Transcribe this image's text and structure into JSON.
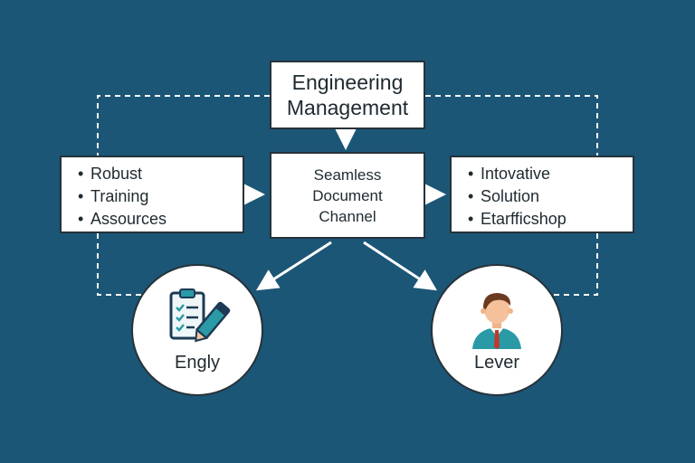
{
  "diagram": {
    "top_node": {
      "line1": "Engineering",
      "line2": "Management"
    },
    "center_node": {
      "line1": "Seamless",
      "line2": "Document",
      "line3": "Channel"
    },
    "left_node": {
      "items": [
        "Robust",
        "Training",
        "Assources"
      ]
    },
    "right_node": {
      "items": [
        "Intovative",
        "Solution",
        "Etarfficshop"
      ]
    },
    "circle_left": {
      "label": "Engly",
      "icon": "clipboard-pen-icon"
    },
    "circle_right": {
      "label": "Lever",
      "icon": "businessman-icon"
    }
  },
  "colors": {
    "background": "#1b5676",
    "node_fill": "#ffffff",
    "connector": "#ffffff",
    "teal_accent": "#2a9aa6",
    "navy_accent": "#1d3a55"
  }
}
